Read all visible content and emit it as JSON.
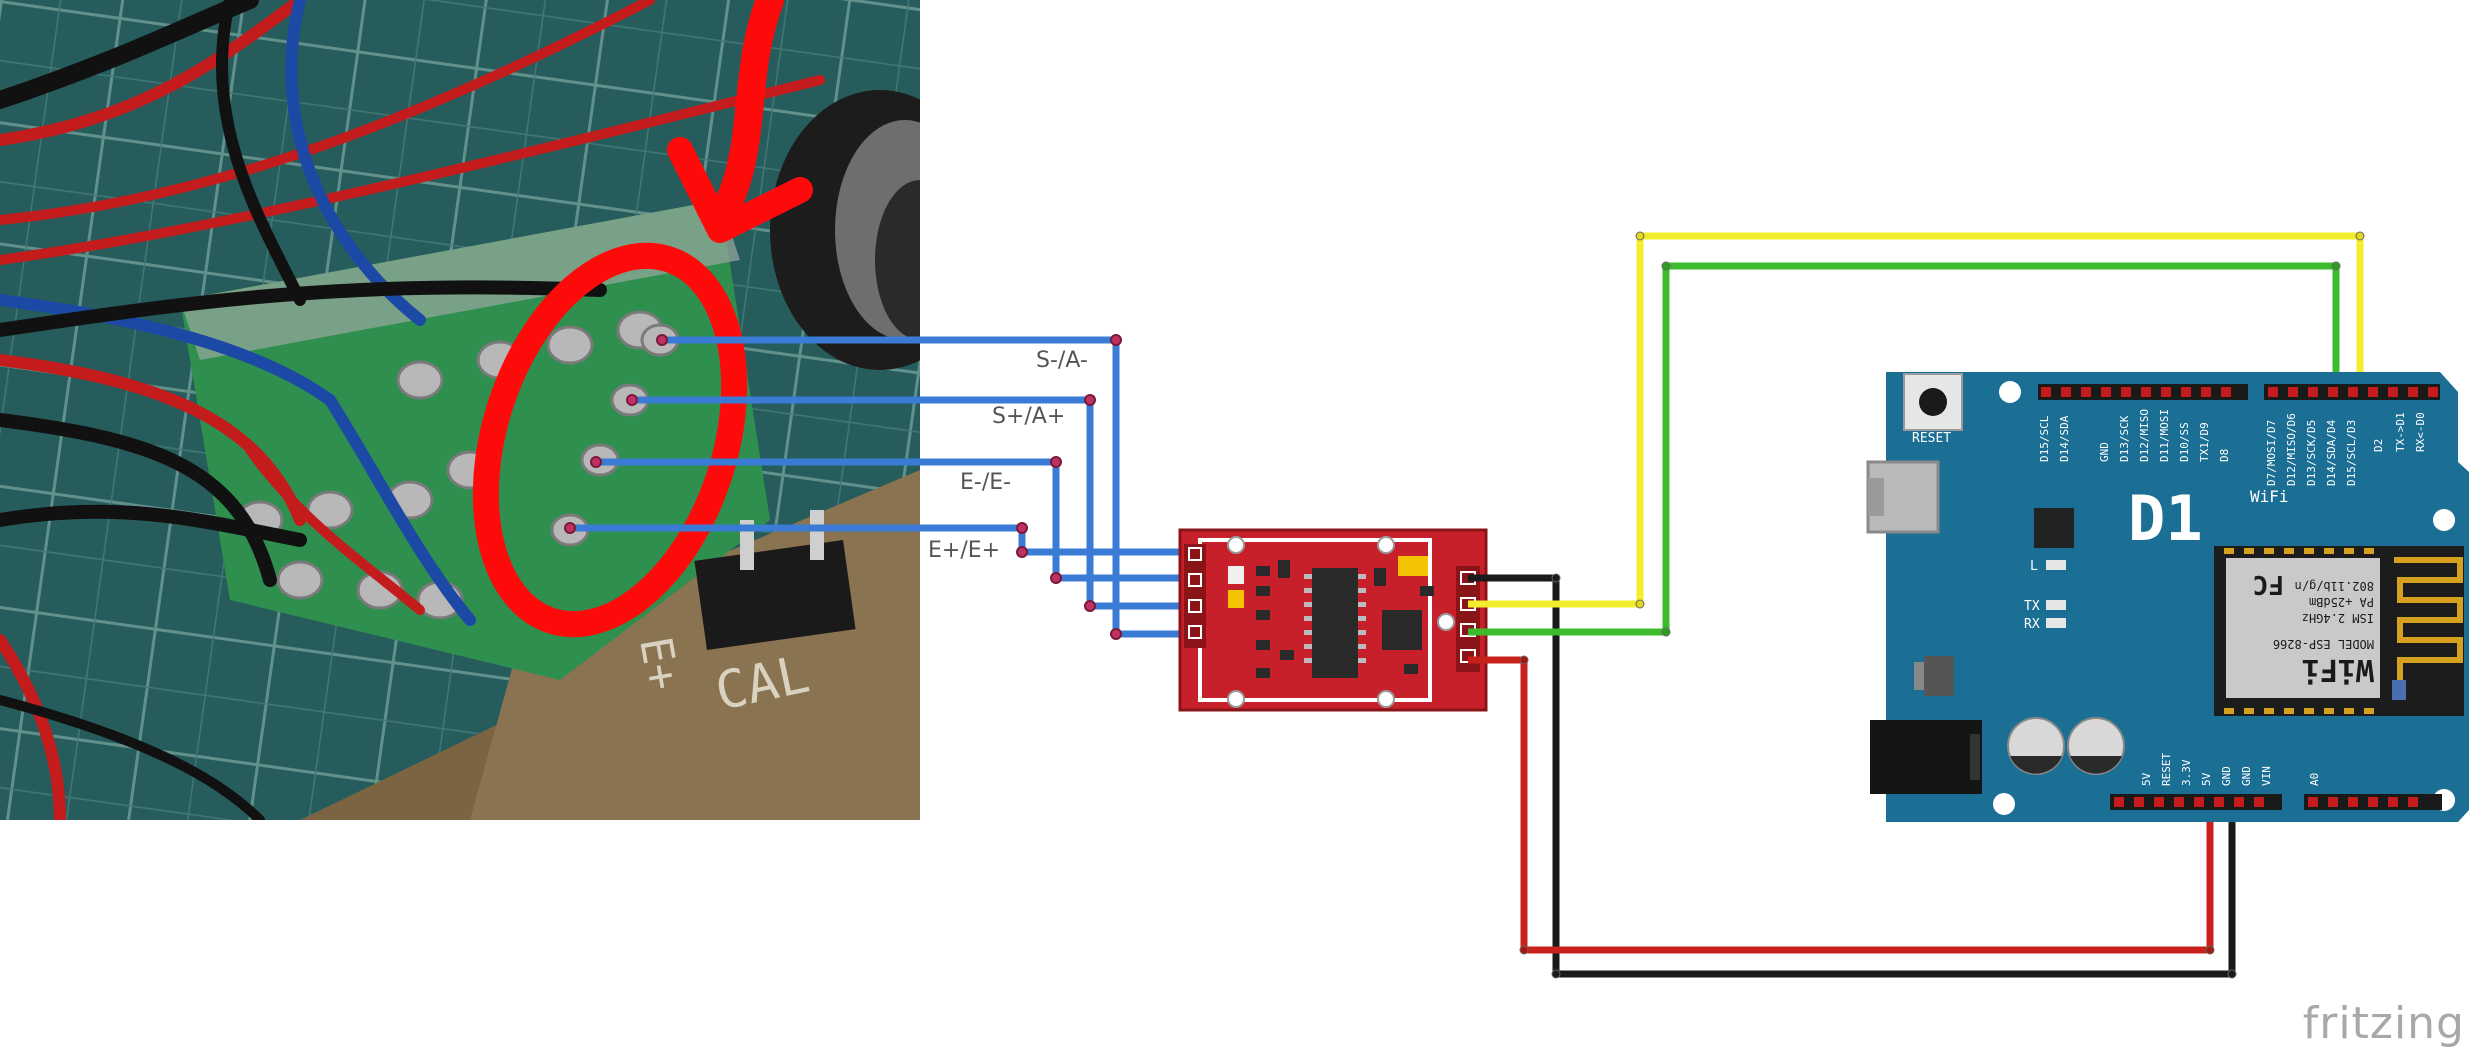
{
  "wire_labels": {
    "s_minus": "S-/A-",
    "s_plus": "S+/A+",
    "e_minus": "E-/E-",
    "e_plus": "E+/E+"
  },
  "photo": {
    "board_label": "CAL",
    "board_label_2": "E+"
  },
  "wemos_board": {
    "reset_label": "RESET",
    "brand_label": "D1",
    "wifi_label": "WiFi",
    "led_label": "L",
    "tx_label": "TX",
    "rx_label": "RX",
    "module_wifi": "WiFi",
    "module_model": "MODEL  ESP-8266",
    "module_ism": "ISM 2.4GHz",
    "module_pa": "PA +25dBm",
    "module_std": "802.11b/g/n",
    "module_fc": "FC",
    "top_pins": [
      "D15/SCL",
      "D14/SDA",
      "GND",
      "D13/SCK",
      "D12/MISO",
      "D11/MOSI",
      "D10/SS",
      "TX1/D9",
      "D8",
      "D7/MOSI/D7",
      "D12/MISO/D6",
      "D13/SCK/D5",
      "D14/SDA/D4",
      "D15/SCL/D3",
      "D2",
      "TX->D1",
      "RX<-D0"
    ],
    "bottom_pins": [
      "5V",
      "RESET",
      "3.3V",
      "5V",
      "GND",
      "GND",
      "VIN",
      "A0"
    ]
  },
  "watermark": "fritzing",
  "colors": {
    "wire_blue": "#3a7bd5",
    "wire_yellow": "#f2ee2b",
    "wire_green": "#3cbc2c",
    "wire_red": "#c8201a",
    "wire_black": "#1a1a1a",
    "wemos_blue": "#1b6f94",
    "hx711_red": "#c8202a"
  }
}
